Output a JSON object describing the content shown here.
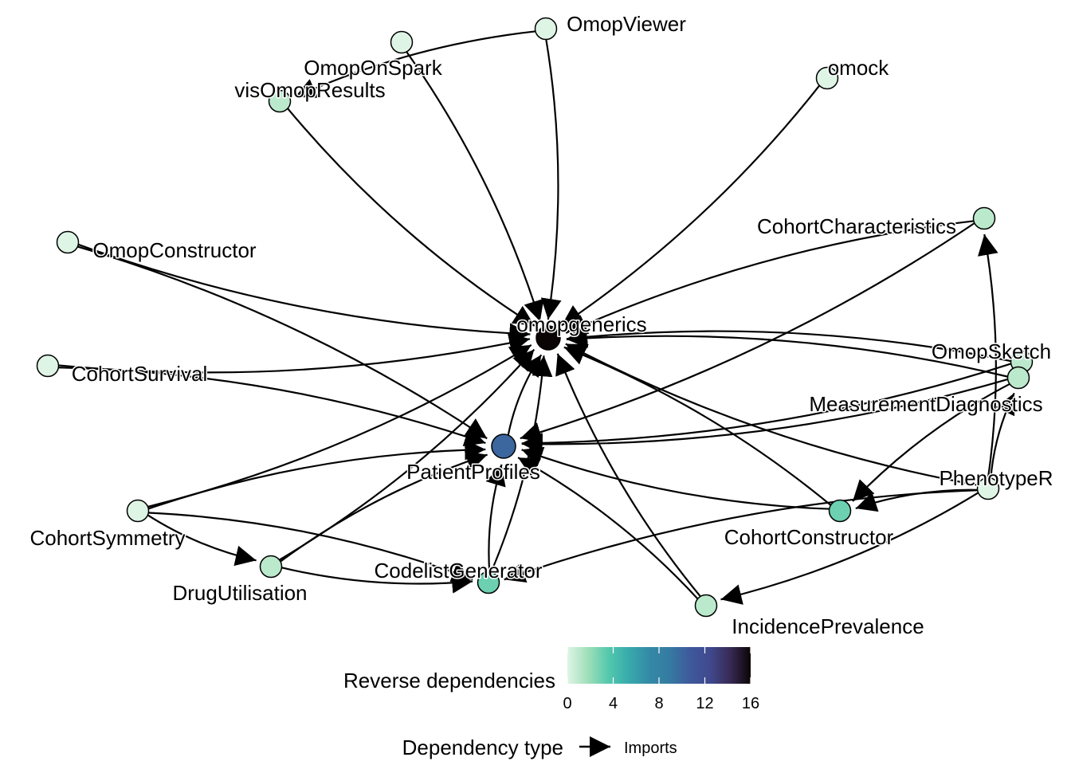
{
  "colors": {
    "edge": "#000000",
    "node_stroke": "#000000",
    "scale": [
      "#DEF5E5",
      "#A0DFB9",
      "#54C9AD",
      "#38AAAC",
      "#348AA6",
      "#357BA2",
      "#3E5A9C",
      "#40498E",
      "#382A54",
      "#0B0405"
    ]
  },
  "nodes": [
    {
      "id": "omopgenerics",
      "label": "omopgenerics",
      "revdeps": 16
    },
    {
      "id": "PatientProfiles",
      "label": "PatientProfiles",
      "revdeps": 10
    },
    {
      "id": "CodelistGenerator",
      "label": "CodelistGenerator",
      "revdeps": 3
    },
    {
      "id": "CohortConstructor",
      "label": "CohortConstructor",
      "revdeps": 3
    },
    {
      "id": "OmopViewer",
      "label": "OmopViewer",
      "revdeps": 0
    },
    {
      "id": "OmopOnSpark",
      "label": "OmopOnSpark",
      "revdeps": 0
    },
    {
      "id": "visOmopResults",
      "label": "visOmopResults",
      "revdeps": 1
    },
    {
      "id": "omock",
      "label": "omock",
      "revdeps": 0
    },
    {
      "id": "CohortCharacteristics",
      "label": "CohortCharacteristics",
      "revdeps": 1
    },
    {
      "id": "OmopConstructor",
      "label": "OmopConstructor",
      "revdeps": 0
    },
    {
      "id": "CohortSurvival",
      "label": "CohortSurvival",
      "revdeps": 0
    },
    {
      "id": "OmopSketch",
      "label": "OmopSketch",
      "revdeps": 1
    },
    {
      "id": "MeasurementDiagnostics",
      "label": "MeasurementDiagnostics",
      "revdeps": 1
    },
    {
      "id": "PhenotypeR",
      "label": "PhenotypeR",
      "revdeps": 0
    },
    {
      "id": "CohortSymmetry",
      "label": "CohortSymmetry",
      "revdeps": 0
    },
    {
      "id": "DrugUtilisation",
      "label": "DrugUtilisation",
      "revdeps": 1
    },
    {
      "id": "IncidencePrevalence",
      "label": "IncidencePrevalence",
      "revdeps": 1
    }
  ],
  "edges": [
    {
      "from": "OmopViewer",
      "to": "omopgenerics",
      "type": "Imports"
    },
    {
      "from": "OmopViewer",
      "to": "visOmopResults",
      "type": "Imports"
    },
    {
      "from": "OmopOnSpark",
      "to": "omopgenerics",
      "type": "Imports"
    },
    {
      "from": "visOmopResults",
      "to": "omopgenerics",
      "type": "Imports"
    },
    {
      "from": "omock",
      "to": "omopgenerics",
      "type": "Imports"
    },
    {
      "from": "OmopConstructor",
      "to": "omopgenerics",
      "type": "Imports"
    },
    {
      "from": "OmopConstructor",
      "to": "PatientProfiles",
      "type": "Imports"
    },
    {
      "from": "CohortSurvival",
      "to": "omopgenerics",
      "type": "Imports"
    },
    {
      "from": "CohortSurvival",
      "to": "PatientProfiles",
      "type": "Imports"
    },
    {
      "from": "CohortCharacteristics",
      "to": "omopgenerics",
      "type": "Imports"
    },
    {
      "from": "CohortCharacteristics",
      "to": "PatientProfiles",
      "type": "Imports"
    },
    {
      "from": "OmopSketch",
      "to": "omopgenerics",
      "type": "Imports"
    },
    {
      "from": "OmopSketch",
      "to": "PatientProfiles",
      "type": "Imports"
    },
    {
      "from": "MeasurementDiagnostics",
      "to": "omopgenerics",
      "type": "Imports"
    },
    {
      "from": "MeasurementDiagnostics",
      "to": "PatientProfiles",
      "type": "Imports"
    },
    {
      "from": "MeasurementDiagnostics",
      "to": "CohortConstructor",
      "type": "Imports"
    },
    {
      "from": "PhenotypeR",
      "to": "omopgenerics",
      "type": "Imports"
    },
    {
      "from": "PhenotypeR",
      "to": "CohortCharacteristics",
      "type": "Imports"
    },
    {
      "from": "PhenotypeR",
      "to": "MeasurementDiagnostics",
      "type": "Imports"
    },
    {
      "from": "PhenotypeR",
      "to": "CohortConstructor",
      "type": "Imports"
    },
    {
      "from": "PhenotypeR",
      "to": "IncidencePrevalence",
      "type": "Imports"
    },
    {
      "from": "PhenotypeR",
      "to": "CodelistGenerator",
      "type": "Imports"
    },
    {
      "from": "PatientProfiles",
      "to": "omopgenerics",
      "type": "Imports"
    },
    {
      "from": "CodelistGenerator",
      "to": "omopgenerics",
      "type": "Imports"
    },
    {
      "from": "CodelistGenerator",
      "to": "PatientProfiles",
      "type": "Imports"
    },
    {
      "from": "CohortConstructor",
      "to": "omopgenerics",
      "type": "Imports"
    },
    {
      "from": "CohortConstructor",
      "to": "PatientProfiles",
      "type": "Imports"
    },
    {
      "from": "CohortSymmetry",
      "to": "omopgenerics",
      "type": "Imports"
    },
    {
      "from": "CohortSymmetry",
      "to": "PatientProfiles",
      "type": "Imports"
    },
    {
      "from": "CohortSymmetry",
      "to": "DrugUtilisation",
      "type": "Imports"
    },
    {
      "from": "CohortSymmetry",
      "to": "CodelistGenerator",
      "type": "Imports"
    },
    {
      "from": "DrugUtilisation",
      "to": "omopgenerics",
      "type": "Imports"
    },
    {
      "from": "DrugUtilisation",
      "to": "PatientProfiles",
      "type": "Imports"
    },
    {
      "from": "DrugUtilisation",
      "to": "CodelistGenerator",
      "type": "Imports"
    },
    {
      "from": "IncidencePrevalence",
      "to": "omopgenerics",
      "type": "Imports"
    },
    {
      "from": "IncidencePrevalence",
      "to": "PatientProfiles",
      "type": "Imports"
    }
  ],
  "legend": {
    "color_title": "Reverse dependencies",
    "color_ticks": [
      "0",
      "4",
      "8",
      "12",
      "16"
    ],
    "color_range": [
      0,
      16
    ],
    "edge_title": "Dependency type",
    "edge_key": "Imports"
  }
}
